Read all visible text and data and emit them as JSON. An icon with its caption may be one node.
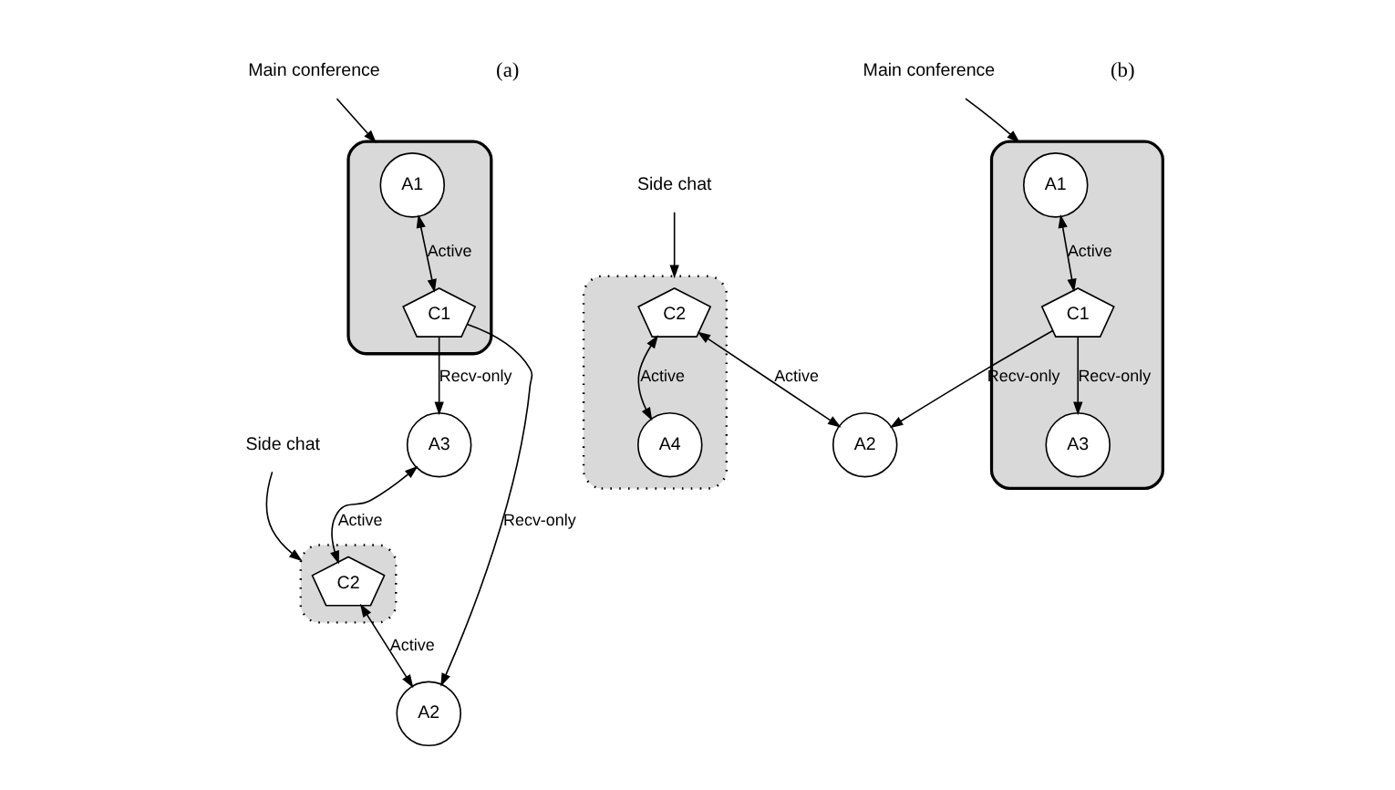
{
  "diagram": {
    "nodes": [
      {
        "text": [
          "Main conference"
        ]
      },
      {
        "text": [],
        "shape": "cloud"
      },
      {
        "text": [
          "A1"
        ],
        "in": 1
      },
      {
        "text": [
          "C1"
        ],
        "in": 1
      },
      {
        "text": [
          "A3"
        ]
      },
      {
        "text": [
          "A2"
        ]
      },
      {
        "text": [
          "C2"
        ],
        "in": 7
      },
      {
        "text": [],
        "shape": "cloud"
      },
      {
        "text": [
          "Side chat"
        ]
      },
      {
        "text": [
          "Main conference"
        ]
      },
      {
        "text": [],
        "shape": "cloud"
      },
      {
        "text": [
          "A1"
        ],
        "in": 10
      },
      {
        "text": [
          "C1"
        ],
        "in": 10
      },
      {
        "text": [
          "A3"
        ],
        "in": 10
      },
      {
        "text": [
          "A2"
        ]
      },
      {
        "text": [
          "C2"
        ],
        "in": 17
      },
      {
        "text": [
          "A4"
        ],
        "in": 17
      },
      {
        "text": [],
        "shape": "cloud"
      },
      {
        "text": [
          "Side chat"
        ]
      }
    ],
    "edges": [
      {
        "from": 0,
        "to": 1,
        "arrow": "to"
      },
      {
        "from": 2,
        "to": 3,
        "arrow": "both",
        "label": "Active"
      },
      {
        "from": 3,
        "to": 4,
        "arrow": "to",
        "label": "Recv-only"
      },
      {
        "from": 3,
        "to": 5,
        "arrow": "to",
        "label": "Recv-only"
      },
      {
        "from": 4,
        "to": 6,
        "arrow": "both",
        "label": "Active"
      },
      {
        "from": 6,
        "to": 5,
        "arrow": "both",
        "label": "Active"
      },
      {
        "from": 8,
        "to": 7,
        "arrow": "to"
      },
      {
        "from": 9,
        "to": 10,
        "arrow": "to"
      },
      {
        "from": 11,
        "to": 12,
        "arrow": "both",
        "label": "Active"
      },
      {
        "from": 12,
        "to": 13,
        "arrow": "to",
        "label": "Recv-only"
      },
      {
        "from": 12,
        "to": 14,
        "arrow": "to",
        "label": "Recv-only"
      },
      {
        "from": 15,
        "to": 14,
        "arrow": "both",
        "label": "Active"
      },
      {
        "from": 15,
        "to": 16,
        "arrow": "both",
        "label": "Active"
      },
      {
        "from": 18,
        "to": 17,
        "arrow": "to"
      }
    ],
    "labels": [
      "(a)",
      "(b)"
    ]
  }
}
